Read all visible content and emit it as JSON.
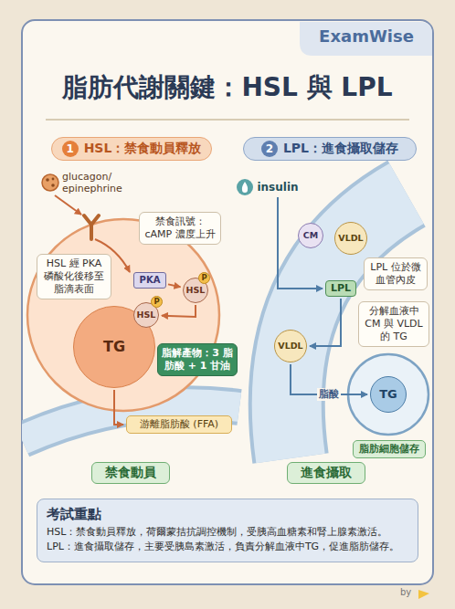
{
  "diagram": {
    "title": "脂肪代謝關鍵：HSL 與 LPL",
    "nodes": [
      {
        "text": [
          "1",
          "HSL：禁食動員釋放"
        ]
      },
      {
        "text": [
          "2",
          "LPL：進食攝取儲存"
        ]
      },
      {
        "text": [
          "禁食訊號：cAMP 濃度上升"
        ]
      },
      {
        "text": [
          "PKA"
        ]
      },
      {
        "text": [
          "HSL"
        ]
      },
      {
        "text": [
          "P"
        ],
        "in": 4
      },
      {
        "text": [
          "HSL 經 PKA 磷酸化後移至脂滴表面"
        ]
      },
      {
        "text": [
          "HSL"
        ]
      },
      {
        "text": [
          "P"
        ],
        "in": 7
      },
      {
        "text": [
          "TG"
        ]
      },
      {
        "text": [
          "脂解產物：3 脂肪酸 + 1 甘油"
        ]
      },
      {
        "text": [
          "游離脂肪酸 (FFA)"
        ]
      },
      {
        "text": [
          "禁食動員"
        ]
      },
      {
        "text": [
          "insulin"
        ]
      },
      {
        "text": [
          "CM"
        ]
      },
      {
        "text": [
          "VLDL"
        ]
      },
      {
        "text": [
          "LPL 位於微血管內皮"
        ]
      },
      {
        "text": [
          "LPL"
        ]
      },
      {
        "text": [
          "分解血液中 CM 與 VLDL 的 TG"
        ]
      },
      {
        "text": [
          "VLDL"
        ]
      },
      {
        "text": [
          "TG"
        ]
      },
      {
        "text": [
          "脂肪細胞儲存"
        ]
      },
      {
        "text": [
          "進食攝取"
        ]
      },
      {
        "text": [
          "考試重點",
          "HSL：禁食動員釋放，荷爾蒙拮抗調控機制，受胰高血糖素和腎上腺素激活。",
          "LPL：進食攝取儲存，主要受胰島素激活，負責分解血液中TG，促進脂肪儲存。"
        ]
      }
    ],
    "edges": [
      {
        "from": 3,
        "to": 4,
        "arrow": "to"
      },
      {
        "from": 4,
        "to": 7,
        "arrow": "to"
      },
      {
        "from": 9,
        "to": 11,
        "arrow": "to"
      },
      {
        "from": 13,
        "to": 17,
        "arrow": "to"
      },
      {
        "from": 17,
        "to": 19,
        "arrow": "to"
      },
      {
        "from": 19,
        "to": 20,
        "label": "脂酸",
        "arrow": "to"
      }
    ],
    "labels": [
      "ExamWise",
      "glucagon/ epinephrine",
      "by"
    ]
  }
}
